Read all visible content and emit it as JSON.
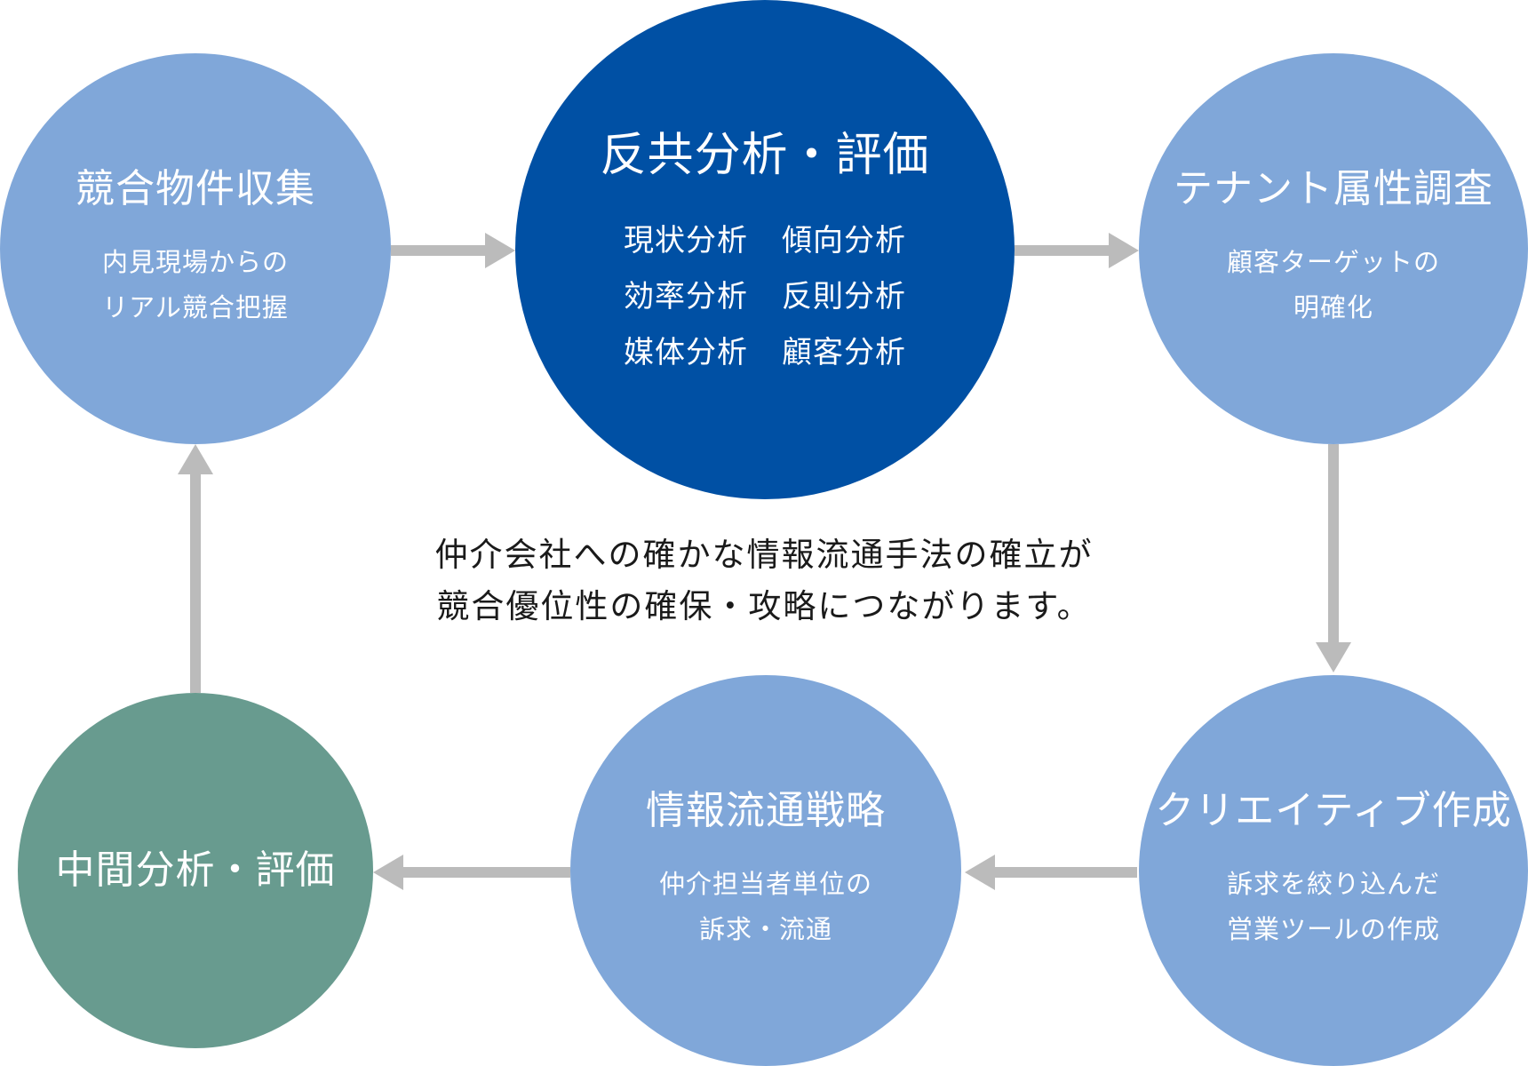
{
  "nodes": {
    "competitor_collection": {
      "title": "競合物件収集",
      "lines": [
        "内見現場からの",
        "リアル競合把握"
      ]
    },
    "analysis": {
      "title": "反共分析・評価",
      "items": [
        "現状分析",
        "傾向分析",
        "効率分析",
        "反則分析",
        "媒体分析",
        "顧客分析"
      ]
    },
    "tenant_survey": {
      "title": "テナント属性調査",
      "lines": [
        "顧客ターゲットの",
        "明確化"
      ]
    },
    "creative": {
      "title": "クリエイティブ作成",
      "lines": [
        "訴求を絞り込んだ",
        "営業ツールの作成"
      ]
    },
    "strategy": {
      "title": "情報流通戦略",
      "lines": [
        "仲介担当者単位の",
        "訴求・流通"
      ]
    },
    "midterm": {
      "title": "中間分析・評価"
    }
  },
  "center_text": {
    "line1": "仲介会社への確かな情報流通手法の確立が",
    "line2": "競合優位性の確保・攻略につながります。"
  },
  "colors": {
    "light_blue": "#80a7d9",
    "dark_blue": "#0050a4",
    "green": "#689b8f",
    "arrow": "#bbbbbb"
  }
}
